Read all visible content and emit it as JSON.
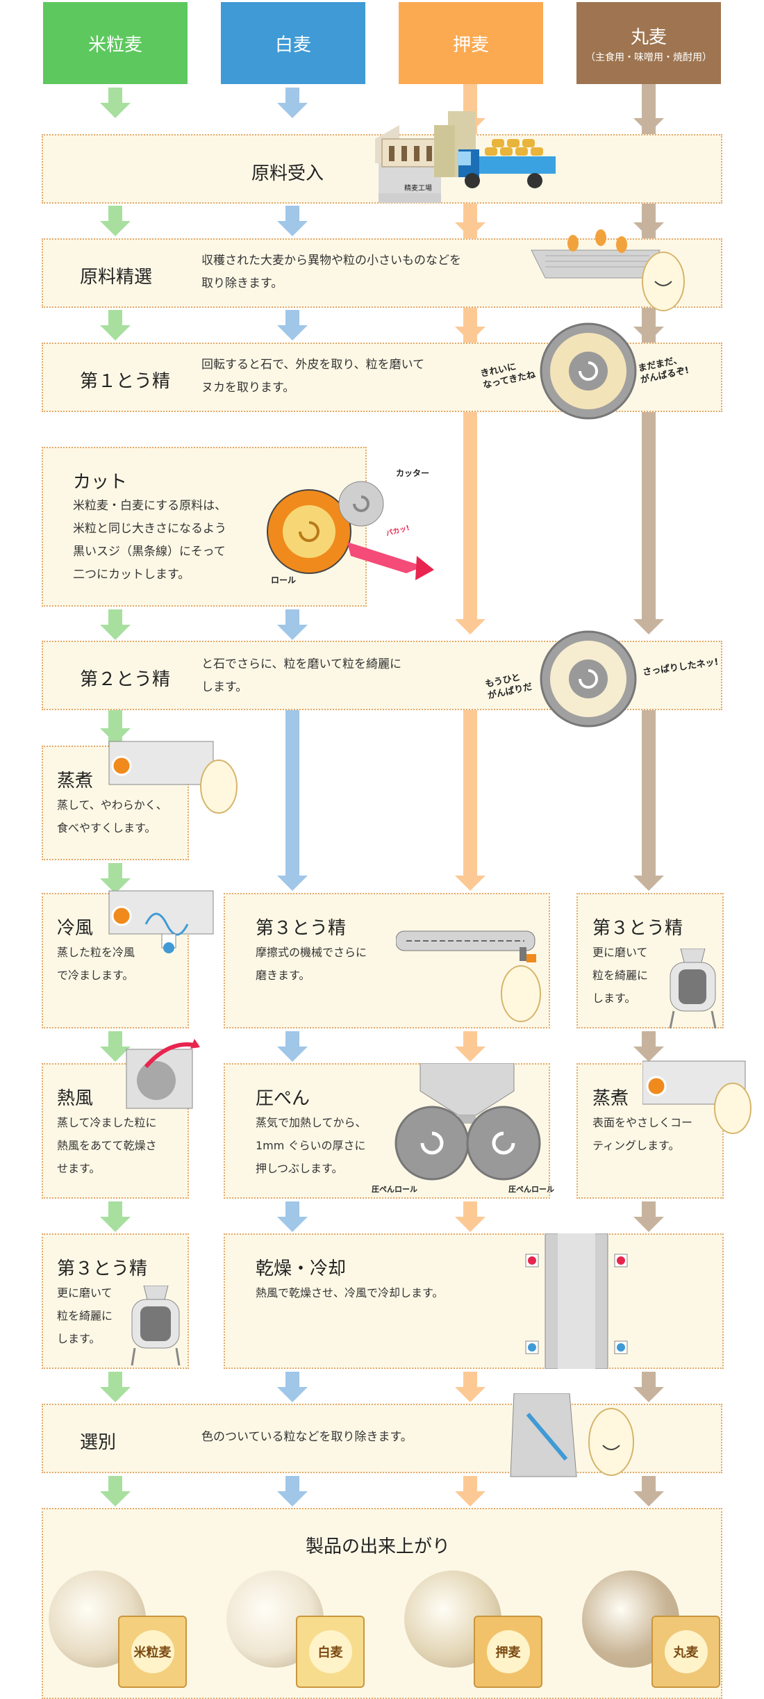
{
  "colors": {
    "rice": "#5dc85e",
    "white": "#3f9ad5",
    "pressed": "#fbaa52",
    "round": "#9e7550",
    "arrow_rice": "#a8df9f",
    "arrow_white": "#a0c6e8",
    "arrow_pressed": "#fcc995",
    "arrow_round": "#c7b39d",
    "box_bg": "#fdf8e6",
    "box_border": "#e3a86d"
  },
  "columns": [
    {
      "label": "米粒麦",
      "sub": ""
    },
    {
      "label": "白麦",
      "sub": ""
    },
    {
      "label": "押麦",
      "sub": ""
    },
    {
      "label": "丸麦",
      "sub": "（主食用・味噌用・焼酎用）"
    }
  ],
  "steps": {
    "receive": {
      "title": "原料受入",
      "factory_label": "精麦工場"
    },
    "select": {
      "title": "原料精選",
      "text": "収穫された大麦から異物や粒の小さいものなどを\n取り除きます。"
    },
    "polish1": {
      "title": "第１とう精",
      "text": "回転すると石で、外皮を取り、粒を磨いて\nヌカを取ります。",
      "bubble_left": "きれいに\nなってきたね",
      "bubble_right": "まだまだ、\nがんばるぞ!"
    },
    "cut": {
      "title": "カット",
      "text": "米粒麦・白麦にする原料は、\n米粒と同じ大きさになるよう\n黒いスジ（黒条線）にそって\n二つにカットします。",
      "cutter_label": "カッター",
      "roll_label": "ロール",
      "sound": "パカッ!"
    },
    "polish2": {
      "title": "第２とう精",
      "text": "と石でさらに、粒を磨いて粒を綺麗に\nします。",
      "bubble_left": "もうひと\nがんばりだ",
      "bubble_right": "さっぱりしたネッ!"
    },
    "steam1": {
      "title": "蒸煮",
      "text": "蒸して、やわらかく、\n食べやすくします。"
    },
    "coolwind": {
      "title": "冷風",
      "text": "蒸した粒を冷風\nで冷まします。"
    },
    "polish3_white": {
      "title": "第３とう精",
      "text": "摩擦式の機械でさらに\n磨きます。"
    },
    "polish3_round": {
      "title": "第３とう精",
      "text": "更に磨いて\n粒を綺麗に\nします。"
    },
    "hotwind": {
      "title": "熱風",
      "text": "蒸して冷ました粒に\n熱風をあてて乾燥さ\nせます。"
    },
    "press": {
      "title": "圧ぺん",
      "text": "蒸気で加熱してから、\n1mm ぐらいの厚さに\n押しつぶします。",
      "roll_left": "圧ぺんロール",
      "roll_right": "圧ぺんロール"
    },
    "steam2": {
      "title": "蒸煮",
      "text": "表面をやさしくコー\nティングします。"
    },
    "polish3_rice": {
      "title": "第３とう精",
      "text": "更に磨いて\n粒を綺麗に\nします。"
    },
    "drycool": {
      "title": "乾燥・冷却",
      "text": "熱風で乾燥させ、冷風で冷却します。"
    },
    "sort": {
      "title": "選別",
      "text": "色のついている粒などを取り除きます。"
    },
    "product": {
      "title": "製品の出来上がり",
      "bags": [
        "米粒麦",
        "白麦",
        "押麦",
        "丸麦"
      ]
    }
  }
}
